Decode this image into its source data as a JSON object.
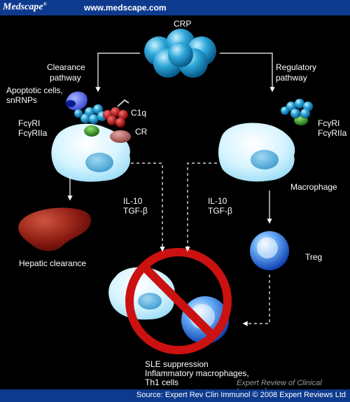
{
  "header": {
    "brand": "Medscape",
    "brand_mark": "®",
    "url": "www.medscape.com"
  },
  "footer": {
    "source": "Source: Expert Rev Clin Immunol © 2008 Expert Reviews Ltd",
    "credit": "Expert Review of Clinical Immunology"
  },
  "diagram": {
    "crp": "CRP",
    "clearance_pathway_1": "Clearance",
    "clearance_pathway_2": "pathway",
    "regulatory_pathway_1": "Regulatory",
    "regulatory_pathway_2": "pathway",
    "apoptotic_1": "Apoptotic cells,",
    "apoptotic_2": "snRNPs",
    "fcgr1_left": "FcγRI",
    "fcgr2a_left": "FcγRIIa",
    "fcgr1_right": "FcγRI",
    "fcgr2a_right": "FcγRIIa",
    "c1q": "C1q",
    "cr": "CR",
    "il10_left": "IL-10",
    "tgfb_left": "TGF-β",
    "il10_right": "IL-10",
    "tgfb_right": "TGF-β",
    "macrophage": "Macrophage",
    "hepatic_clearance": "Hepatic clearance",
    "treg": "Treg",
    "outcome_1": "SLE suppression",
    "outcome_2": "Inflammatory macrophages,",
    "outcome_3": "Th1 cells"
  },
  "colors": {
    "bar": "#0e3a8e",
    "crp": "#29a6d6",
    "cell": "#cdeefc",
    "liver": "#8b1c12",
    "prohibit": "#cc1111",
    "treg": "#1e6fe0"
  }
}
